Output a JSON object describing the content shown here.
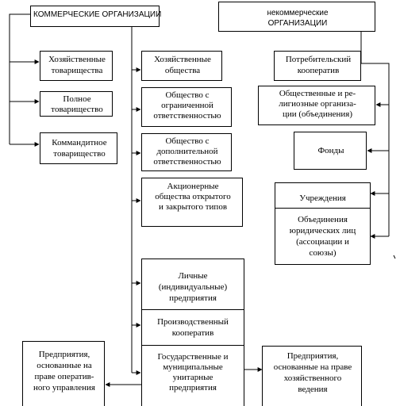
{
  "commercial_header": "КОММЕРЧЕСКИЕ ОРГАНИЗАЦИИ",
  "noncommercial_header": {
    "line1": "некоммерческие",
    "line2": "ОРГАНИЗАЦИИ"
  },
  "left_column": [
    {
      "line1": "Хозяйственные",
      "line2": "товарищества"
    },
    {
      "line1": "Полное",
      "line2": "товарищество"
    },
    {
      "line1": "Коммандитное",
      "line2": "товарищество"
    }
  ],
  "middle_column": {
    "economic_societies": {
      "line1": "Хозяйственные",
      "line2": "общества"
    },
    "llc": {
      "line1": "Общество с",
      "line2": "ограниченной",
      "line3": "ответственностью"
    },
    "alc": {
      "line1": "Общество с",
      "line2": "дополнительной",
      "line3": "ответственностью"
    },
    "jsc": {
      "line1": "Акционерные",
      "line2": "общества открытого",
      "line3": "и закрытого типов"
    },
    "personal": {
      "line1": "Личные",
      "line2": "(индивидуальные)",
      "line3": "предприятия"
    },
    "coop": {
      "line1": "Производственный",
      "line2": "кооператив"
    },
    "state": {
      "line1": "Государственные и",
      "line2": "муниципальные",
      "line3": "унитарные",
      "line4": "предприятия"
    }
  },
  "right_column": {
    "consumer_coop": {
      "line1": "Потребительский",
      "line2": "кооператив"
    },
    "public_religious": {
      "line1": "Общественные и ре-",
      "line2": "лигиозные организа-",
      "line3": "ции (объединения)"
    },
    "funds": {
      "line1": "Фонды"
    },
    "institutions": {
      "line1": "Учреждения"
    },
    "associations": {
      "line1": "Объединения",
      "line2": "юридических лиц",
      "line3": "(ассоциации и",
      "line4": "союзы)"
    }
  },
  "bottom_left": {
    "line1": "Предприятия,",
    "line2": "основанные на",
    "line3": "праве оператив-",
    "line4": "ного управления"
  },
  "bottom_right": {
    "line1": "Предприятия,",
    "line2": "основанные на праве",
    "line3": "хозяйственного",
    "line4": "ведения"
  }
}
